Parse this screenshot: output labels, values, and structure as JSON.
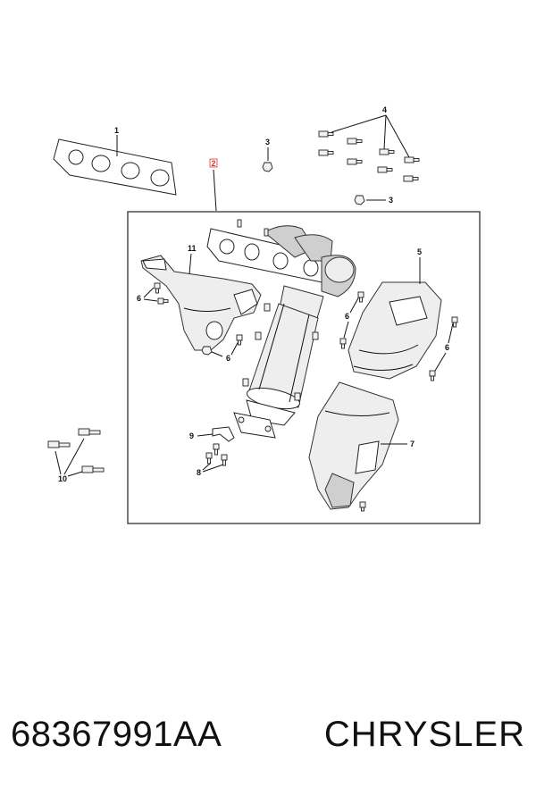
{
  "diagram": {
    "callouts": {
      "c1": "1",
      "c2": "2",
      "c3a": "3",
      "c3b": "3",
      "c4": "4",
      "c5": "5",
      "c6a": "6",
      "c6b": "6",
      "c6c": "6",
      "c6d": "6",
      "c7": "7",
      "c8": "8",
      "c9": "9",
      "c10": "10",
      "c11": "11"
    }
  },
  "footer": {
    "part_number": "68367991AA",
    "brand": "CHRYSLER"
  },
  "colors": {
    "ink": "#111111",
    "highlight": "#d8352a"
  }
}
